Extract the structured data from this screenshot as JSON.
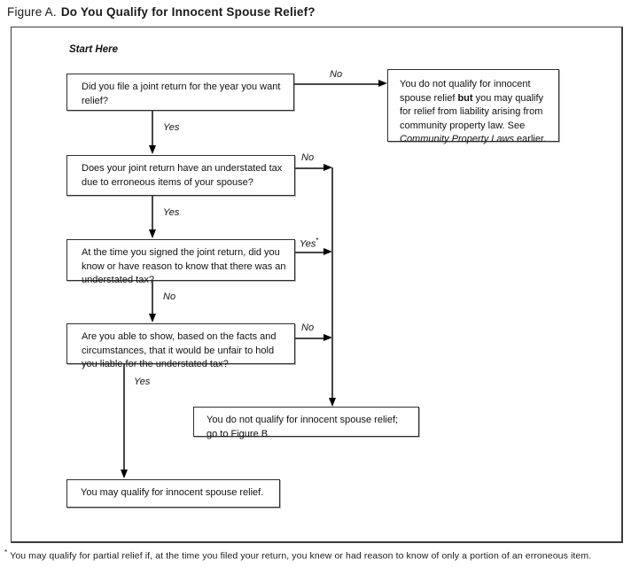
{
  "title": {
    "prefix": "Figure A.",
    "main": "Do You Qualify for Innocent Spouse Relief?"
  },
  "start_here": "Start Here",
  "boxes": {
    "q1": "Did you file a joint return for the year you want relief?",
    "q2": "Does your joint return have an understated tax due to erroneous items of your spouse?",
    "q3": "At the time you signed the joint return, did you know or have reason to know that there was an understated tax?",
    "q4": "Are you able to show, based on the facts and circumstances, that it would be unfair to hold you liable for the understated tax?",
    "community": {
      "part1": "You do not qualify for innocent spouse relief ",
      "bold": "but",
      "part2": " you may qualify for relief from liability arising from community property law. See ",
      "italic": "Community Property Laws",
      "part3": " earlier."
    },
    "figure_b": "You do not qualify for innocent spouse relief; go to Figure B.",
    "may_qualify": "You may qualify for innocent spouse relief."
  },
  "labels": {
    "q1_no": "No",
    "q1_yes": "Yes",
    "q2_no": "No",
    "q2_yes": "Yes",
    "q3_yes": "Yes",
    "q3_yes_sup": "*",
    "q3_no": "No",
    "q4_no": "No",
    "q4_yes": "Yes"
  },
  "footnote": {
    "sup": "*",
    "text": "You may qualify for partial relief if, at the time you filed your return, you knew or had reason to know of only a portion of an erroneous item."
  },
  "colors": {
    "line": "#474747",
    "arrowhead": "#000000",
    "box_border": "#2e2e2e",
    "text": "#111111",
    "background": "#ffffff"
  }
}
